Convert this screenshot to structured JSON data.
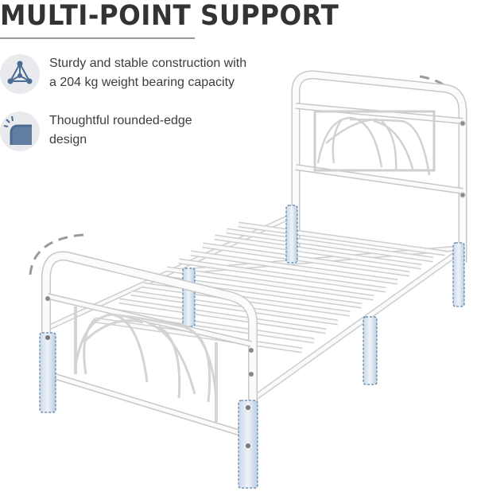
{
  "title": "MULTI-POINT SUPPORT",
  "features": [
    {
      "icon": "triangle-nodes-icon",
      "lines": [
        "Sturdy and stable construction with",
        "a 204 kg weight bearing capacity"
      ]
    },
    {
      "icon": "rounded-corner-icon",
      "lines": [
        "Thoughtful rounded-edge",
        "design"
      ]
    }
  ],
  "colors": {
    "frame": "#f4f4f4",
    "frame_edge": "#bfbfbf",
    "highlight": "#b8cde0",
    "highlight_edge": "#5a82a6",
    "icon_blue": "#4a6b93",
    "icon_bg": "#e8eaed"
  }
}
